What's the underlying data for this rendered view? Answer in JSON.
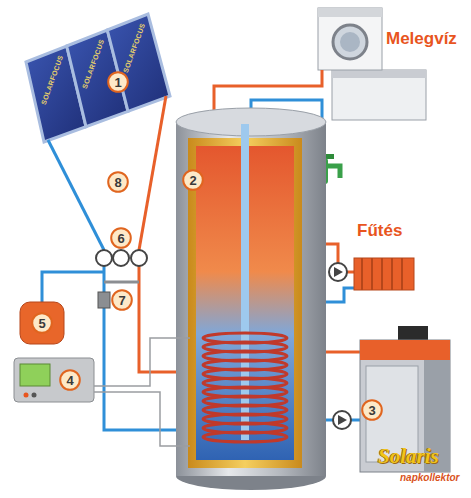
{
  "diagram": {
    "nodes": [
      {
        "text": [
          "1"
        ]
      },
      {
        "text": [
          "8"
        ]
      },
      {
        "text": [
          "2"
        ]
      },
      {
        "text": [
          "6"
        ]
      },
      {
        "text": [
          "7"
        ]
      },
      {
        "text": [
          "5"
        ]
      },
      {
        "text": [
          "4"
        ]
      },
      {
        "text": [
          "3"
        ]
      }
    ],
    "labels": [
      "Melegvíz",
      "Fűtés",
      "SOLARFOCUS",
      "SOLARFOCUS",
      "SOLARFOCUS",
      "Solaris",
      "napkollektor"
    ]
  }
}
